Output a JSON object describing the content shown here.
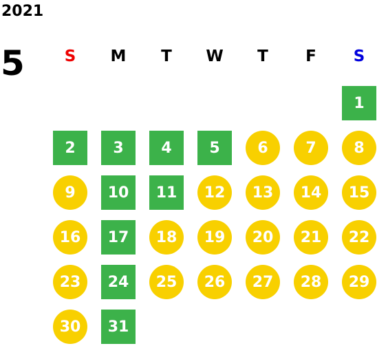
{
  "header": {
    "year": "2021",
    "month": "5"
  },
  "weekdays": [
    "S",
    "M",
    "T",
    "W",
    "T",
    "F",
    "S"
  ],
  "colors": {
    "sunday_label": "#ee0000",
    "saturday_label": "#0000dd",
    "workday": "#3cb24a",
    "holiday": "#f8d000",
    "day_text": "#ffffff"
  },
  "first_weekday_index": 6,
  "days": [
    {
      "label": "1",
      "type": "workday"
    },
    {
      "label": "2",
      "type": "workday"
    },
    {
      "label": "3",
      "type": "workday"
    },
    {
      "label": "4",
      "type": "workday"
    },
    {
      "label": "5",
      "type": "workday"
    },
    {
      "label": "6",
      "type": "holiday"
    },
    {
      "label": "7",
      "type": "holiday"
    },
    {
      "label": "8",
      "type": "holiday"
    },
    {
      "label": "9",
      "type": "holiday"
    },
    {
      "label": "10",
      "type": "workday"
    },
    {
      "label": "11",
      "type": "workday"
    },
    {
      "label": "12",
      "type": "holiday"
    },
    {
      "label": "13",
      "type": "holiday"
    },
    {
      "label": "14",
      "type": "holiday"
    },
    {
      "label": "15",
      "type": "holiday"
    },
    {
      "label": "16",
      "type": "holiday"
    },
    {
      "label": "17",
      "type": "workday"
    },
    {
      "label": "18",
      "type": "holiday"
    },
    {
      "label": "19",
      "type": "holiday"
    },
    {
      "label": "20",
      "type": "holiday"
    },
    {
      "label": "21",
      "type": "holiday"
    },
    {
      "label": "22",
      "type": "holiday"
    },
    {
      "label": "23",
      "type": "holiday"
    },
    {
      "label": "24",
      "type": "workday"
    },
    {
      "label": "25",
      "type": "holiday"
    },
    {
      "label": "26",
      "type": "holiday"
    },
    {
      "label": "27",
      "type": "holiday"
    },
    {
      "label": "28",
      "type": "holiday"
    },
    {
      "label": "29",
      "type": "holiday"
    },
    {
      "label": "30",
      "type": "holiday"
    },
    {
      "label": "31",
      "type": "workday"
    }
  ]
}
